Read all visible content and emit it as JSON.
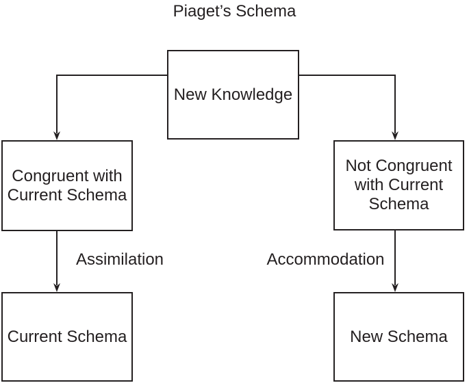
{
  "title": "Piaget’s Schema",
  "colors": {
    "ink": "#231f20",
    "background": "#ffffff"
  },
  "nodes": {
    "new_knowledge": {
      "label": "New Knowledge"
    },
    "congruent": {
      "label": "Congruent with\nCurrent Schema"
    },
    "not_congruent": {
      "label": "Not Congruent\nwith Current\nSchema"
    },
    "current_schema": {
      "label": "Current Schema"
    },
    "new_schema": {
      "label": "New Schema"
    }
  },
  "edge_labels": {
    "assimilation": "Assimilation",
    "accommodation": "Accommodation"
  }
}
